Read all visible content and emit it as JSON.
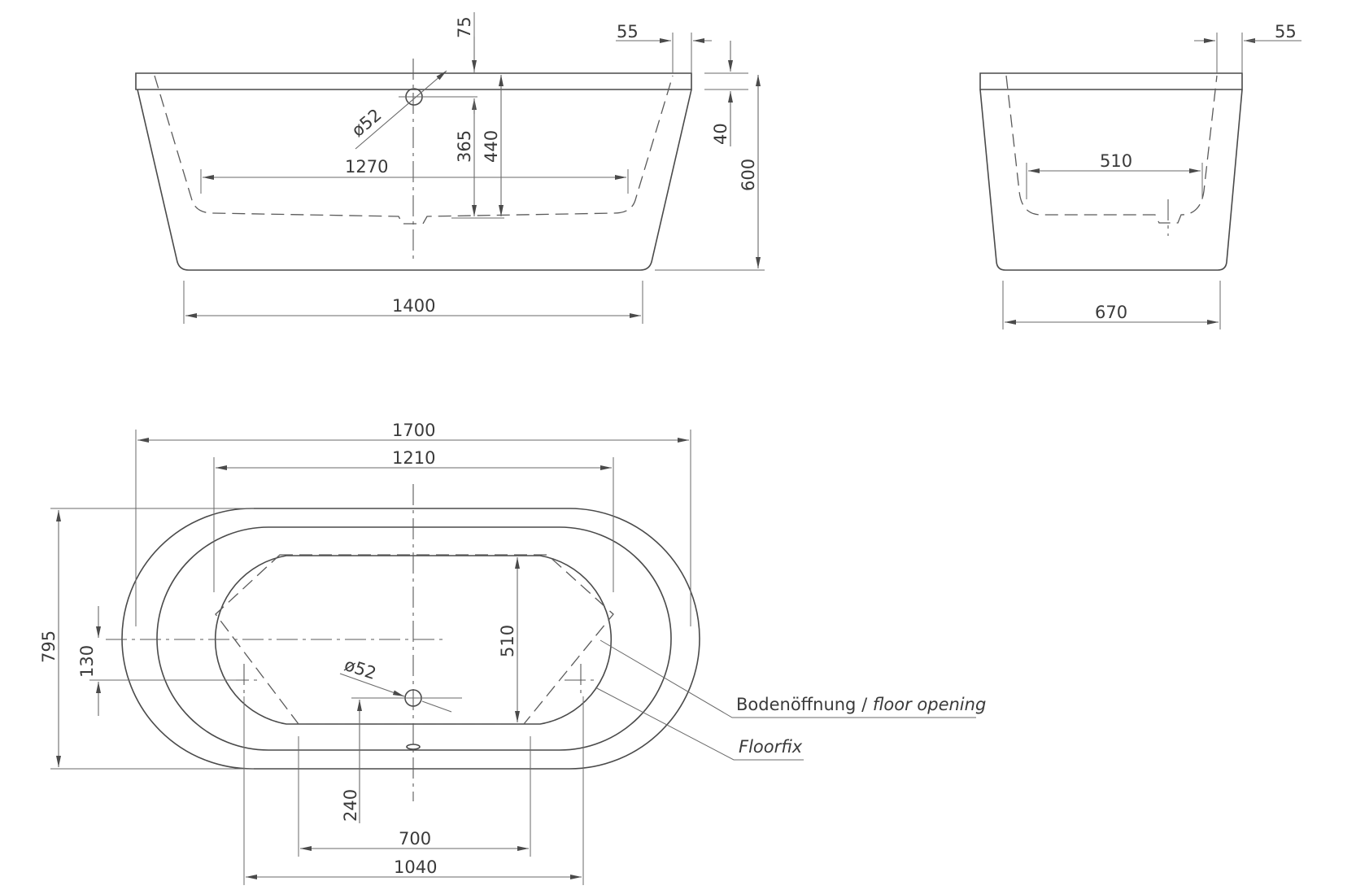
{
  "dimensions": {
    "d75": "75",
    "d55_front": "55",
    "d55_side": "55",
    "d52_front": "ø52",
    "d365": "365",
    "d440": "440",
    "d40": "40",
    "d600": "600",
    "d1270": "1270",
    "d1400": "1400",
    "d510_side": "510",
    "d670": "670",
    "d1700": "1700",
    "d1210": "1210",
    "d795": "795",
    "d130": "130",
    "d510_plan": "510",
    "d52_plan": "ø52",
    "d240": "240",
    "d700": "700",
    "d1040": "1040"
  },
  "labels": {
    "floor_opening_de": "Bodenöffnung / ",
    "floor_opening_en": "floor opening",
    "floorfix": "Floorfix"
  }
}
